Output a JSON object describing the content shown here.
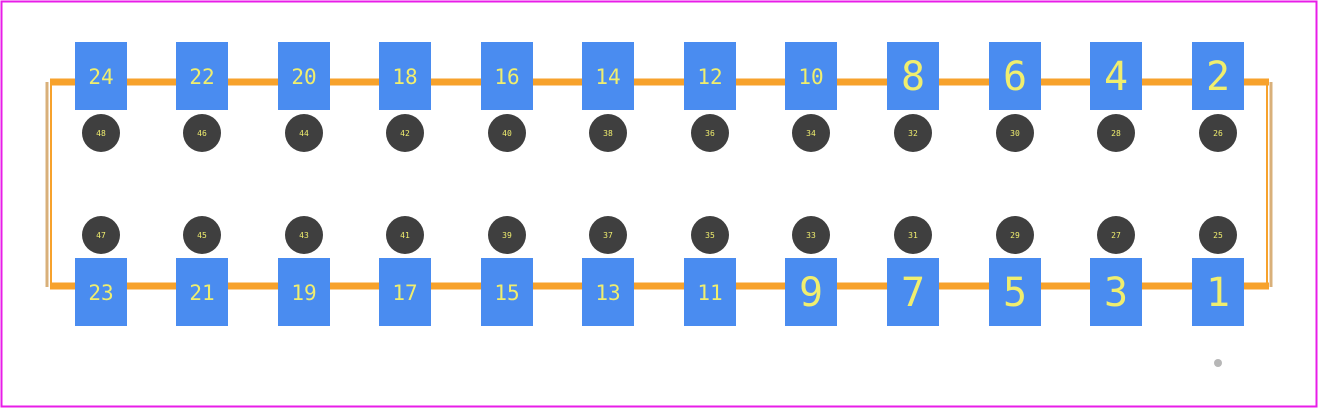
{
  "colors": {
    "board_outline": "#e81ee8",
    "silkscreen": "#f7a22c",
    "courtyard": "#d9b07a",
    "pad": "#4a8cf0",
    "hole": "#3f3f3f",
    "label": "#f0ee6e",
    "origin_marker": "#b7b7b7"
  },
  "top_pads": [
    "24",
    "22",
    "20",
    "18",
    "16",
    "14",
    "12",
    "10",
    "8",
    "6",
    "4",
    "2"
  ],
  "bottom_pads": [
    "23",
    "21",
    "19",
    "17",
    "15",
    "13",
    "11",
    "9",
    "7",
    "5",
    "3",
    "1"
  ],
  "top_holes": [
    "48",
    "46",
    "44",
    "42",
    "40",
    "38",
    "36",
    "34",
    "32",
    "30",
    "28",
    "26"
  ],
  "bottom_holes": [
    "47",
    "45",
    "43",
    "41",
    "39",
    "37",
    "35",
    "33",
    "31",
    "29",
    "27",
    "25"
  ]
}
